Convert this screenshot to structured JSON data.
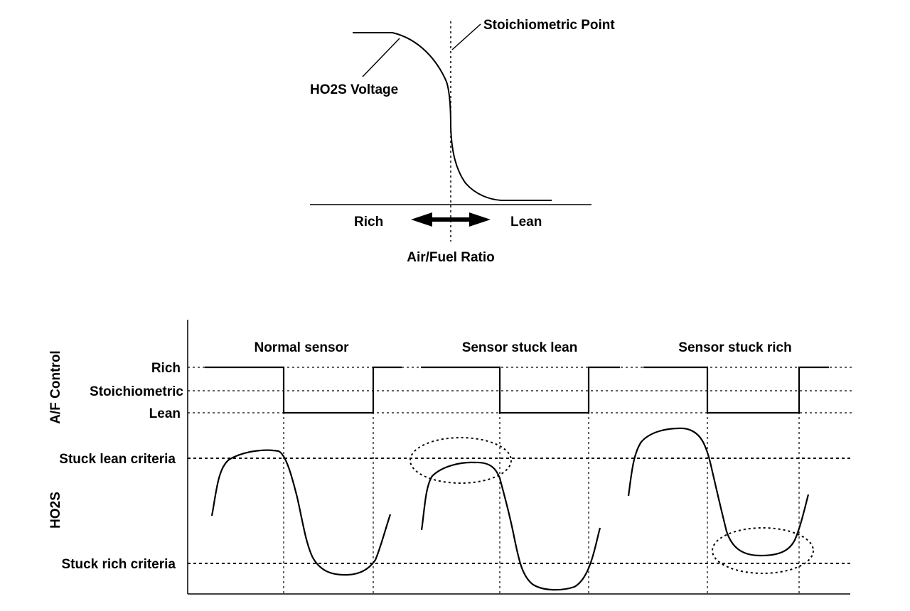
{
  "top": {
    "curve_label": "HO2S Voltage",
    "stoich_label": "Stoichiometric Point",
    "rich_label": "Rich",
    "lean_label": "Lean",
    "axis_label": "Air/Fuel Ratio"
  },
  "bottom": {
    "panels": [
      {
        "title": "Normal sensor"
      },
      {
        "title": "Sensor stuck lean"
      },
      {
        "title": "Sensor stuck rich"
      }
    ],
    "af_axis_title": "A/F Control",
    "af_levels": [
      "Rich",
      "Stoichiometric",
      "Lean"
    ],
    "ho2s_axis_title": "HO2S",
    "stuck_lean_label": "Stuck lean criteria",
    "stuck_rich_label": "Stuck rich criteria"
  }
}
